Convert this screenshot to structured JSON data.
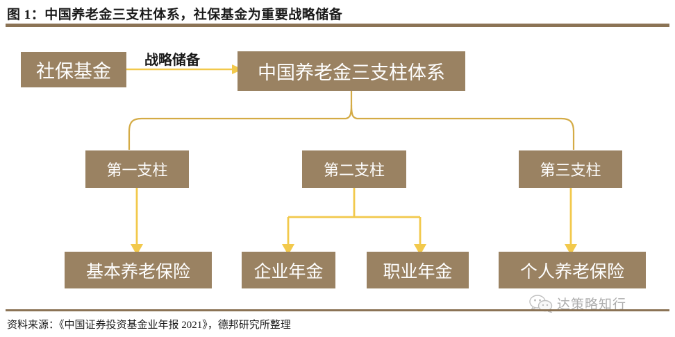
{
  "figure": {
    "title": "图 1：中国养老金三支柱体系，社保基金为重要战略储备",
    "source": "资料来源：《中国证券投资基金业年报 2021》，德邦研究所整理"
  },
  "watermark": {
    "icon": "wechat-icon",
    "text": "达策略知行"
  },
  "colors": {
    "box_fill": "#9a8262",
    "box_text": "#ffffff",
    "connector": "#f2c94c",
    "rule": "#8b7355",
    "title_text": "#1a1a1a"
  },
  "diagram": {
    "edge_label": "战略储备",
    "nodes": {
      "reserve_fund": "社保基金",
      "root": "中国养老金三支柱体系",
      "pillar1": "第一支柱",
      "pillar2": "第二支柱",
      "pillar3": "第三支柱",
      "leaf1": "基本养老保险",
      "leaf2": "企业年金",
      "leaf3": "职业年金",
      "leaf4": "个人养老保险"
    }
  }
}
